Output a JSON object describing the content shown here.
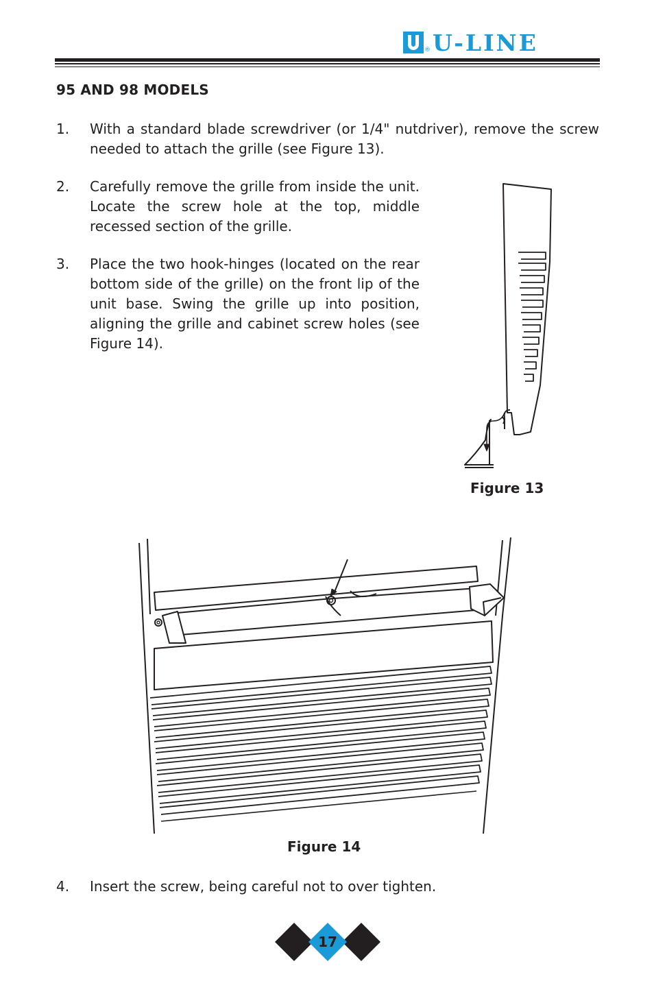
{
  "header": {
    "brand": "U-LINE",
    "registered_mark": "®",
    "brand_color": "#1a9bd7"
  },
  "section": {
    "heading": "95 AND 98 MODELS"
  },
  "steps": [
    {
      "number": "1.",
      "text": "With a standard blade screwdriver (or 1/4\" nutdriver), remove the screw needed to attach the grille (see Figure 13)."
    },
    {
      "number": "2.",
      "text": "Carefully remove the grille from inside the unit. Locate the screw hole at the top, middle recessed section of the grille."
    },
    {
      "number": "3.",
      "text": "Place the two hook-hinges (located on the rear bottom side of the grille) on the front lip of the unit base. Swing the grille up into position, aligning the grille and cabinet screw holes (see Figure 14)."
    },
    {
      "number": "4.",
      "text": "Insert the screw, being careful not to over tighten."
    }
  ],
  "figures": {
    "fig13_caption": "Figure 13",
    "fig14_caption": "Figure 14"
  },
  "footer": {
    "page_number": "17",
    "accent_color": "#1a9bd7"
  }
}
